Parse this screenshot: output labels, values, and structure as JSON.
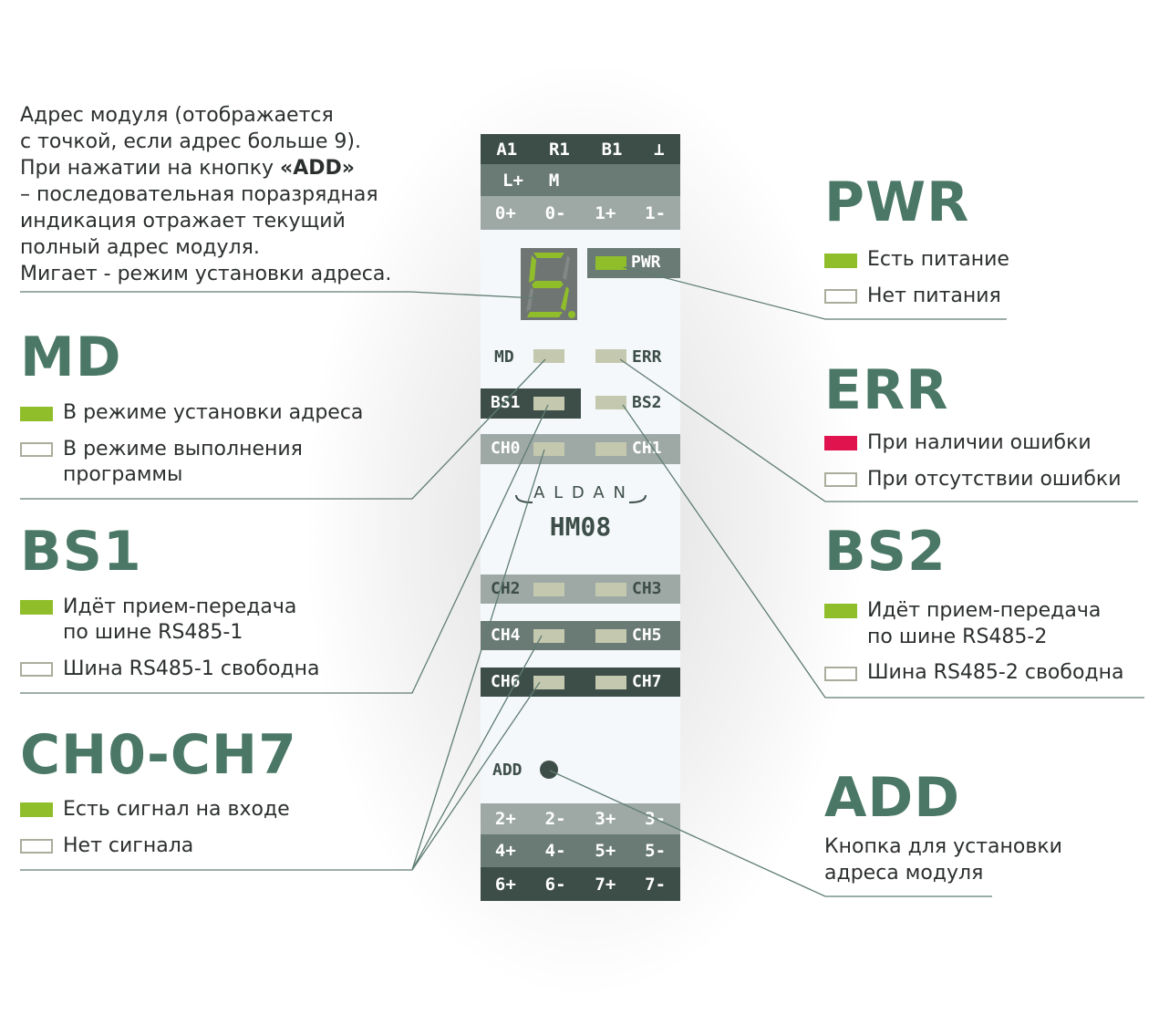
{
  "address_note": {
    "lines": [
      "Адрес модуля (отображается",
      "с точкой, если адрес больше 9).",
      "При нажатии на кнопку ",
      "– последовательная поразрядная",
      "индикация отражает текущий",
      "полный адрес модуля.",
      "Мигает - режим установки адреса."
    ],
    "bold": "«ADD»"
  },
  "device": {
    "top_row1": [
      "A1",
      "R1",
      "B1",
      "⊥"
    ],
    "top_row2": [
      "L+",
      "M"
    ],
    "top_row3": [
      "0+",
      "0-",
      "1+",
      "1-"
    ],
    "display_digit": "5",
    "pwr": "PWR",
    "md": "MD",
    "err": "ERR",
    "bs1": "BS1",
    "bs2": "BS2",
    "ch": [
      "CH0",
      "CH1",
      "CH2",
      "CH3",
      "CH4",
      "CH5",
      "CH6",
      "CH7"
    ],
    "brand": "A L D A N",
    "model": "HM08",
    "add": "ADD",
    "bottom_row1": [
      "2+",
      "2-",
      "3+",
      "3-"
    ],
    "bottom_row2": [
      "4+",
      "4-",
      "5+",
      "5-"
    ],
    "bottom_row3": [
      "6+",
      "6-",
      "7+",
      "7-"
    ]
  },
  "legend": {
    "pwr": {
      "title": "PWR",
      "on": "Есть питание",
      "off": "Нет питания"
    },
    "md": {
      "title": "MD",
      "on": "В режиме установки адреса",
      "off1": "В режиме выполнения",
      "off2": "программы"
    },
    "err": {
      "title": "ERR",
      "on": "При наличии ошибки",
      "off": "При отсутствии ошибки"
    },
    "bs1": {
      "title": "BS1",
      "on1": "Идёт прием-передача",
      "on2": "по шине RS485-1",
      "off": "Шина RS485-1 свободна"
    },
    "bs2": {
      "title": "BS2",
      "on1": "Идёт прием-передача",
      "on2": "по шине RS485-2",
      "off": "Шина RS485-2 свободна"
    },
    "ch": {
      "title": "CH0-CH7",
      "on": "Есть сигнал на входе",
      "off": "Нет сигнала"
    },
    "add": {
      "title": "ADD",
      "line1": "Кнопка для установки",
      "line2": "адреса модуля"
    }
  },
  "colors": {
    "accent": "#4b7866",
    "led_on": "#8fbe2a",
    "led_off": "#c4c8ae",
    "error": "#e0134f",
    "strip_dark": "#3d4e48"
  }
}
